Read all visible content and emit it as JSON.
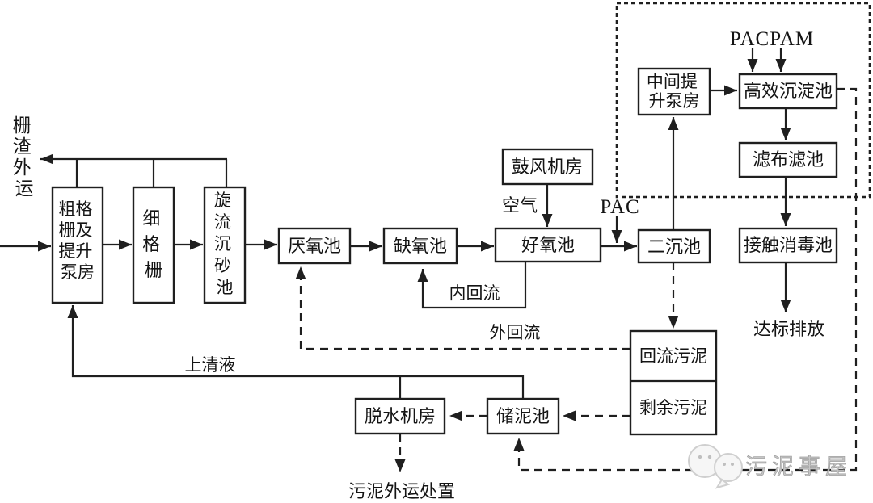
{
  "diagram": {
    "nodes": {
      "coarse_screen_pump": {
        "label": "粗格栅及提升泵房",
        "lines": [
          "粗格",
          "栅及",
          "提升",
          "泵房"
        ]
      },
      "fine_screen": {
        "label": "细格栅",
        "lines": [
          "细",
          "格",
          "栅"
        ]
      },
      "vortex_grit": {
        "label": "旋流沉砂池",
        "lines": [
          "旋",
          "流",
          "沉",
          "砂",
          "池"
        ]
      },
      "anaerobic": {
        "label": "厌氧池"
      },
      "anoxic": {
        "label": "缺氧池"
      },
      "aerobic": {
        "label": "好氧池"
      },
      "blower_room": {
        "label": "鼓风机房"
      },
      "secondary_clarifier": {
        "label": "二沉池"
      },
      "intermediate_pump": {
        "label": "中间提升泵房",
        "lines": [
          "中间提",
          "升泵房"
        ]
      },
      "high_eff_sedimentation": {
        "label": "高效沉淀池"
      },
      "cloth_filter": {
        "label": "滤布滤池"
      },
      "contact_disinfection": {
        "label": "接触消毒池"
      },
      "return_sludge": {
        "label": "回流污泥"
      },
      "excess_sludge": {
        "label": "剩余污泥"
      },
      "sludge_storage": {
        "label": "储泥池"
      },
      "dewatering_room": {
        "label": "脱水机房"
      }
    },
    "labels": {
      "screenings_out": {
        "label": "栅渣外运",
        "lines": [
          "栅",
          "渣",
          "外",
          "运"
        ]
      },
      "air": "空气",
      "pac": "PAC",
      "pac_pam": "PACPAM",
      "internal_return": "内回流",
      "external_return": "外回流",
      "supernatant": "上清液",
      "discharge": "达标排放",
      "sludge_disposal": "污泥外运处置"
    },
    "colors": {
      "line": "#1f1f1f",
      "background": "#ffffff",
      "watermark": "#c6c6c6"
    },
    "watermark": {
      "text": "污泥事屋",
      "icon": "wechat-emoji-icon"
    }
  }
}
